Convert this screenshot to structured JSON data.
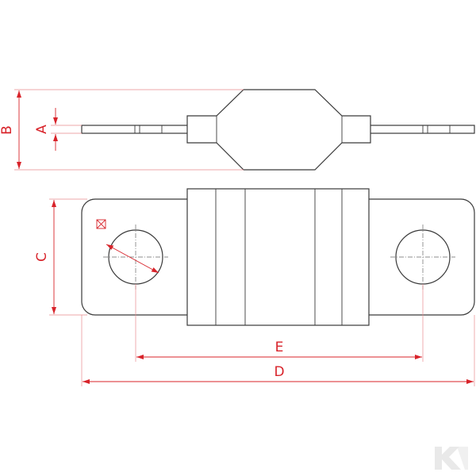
{
  "dimensions": {
    "a": "A",
    "b": "B",
    "c": "C",
    "d": "D",
    "e": "E"
  },
  "colors": {
    "dimension": "#d8232a",
    "outline": "#3a3a3a",
    "watermark": "#e9e9e9"
  },
  "icons": {
    "flatness_symbol": "flatness-symbol-icon",
    "watermark": "k-logo-watermark"
  }
}
